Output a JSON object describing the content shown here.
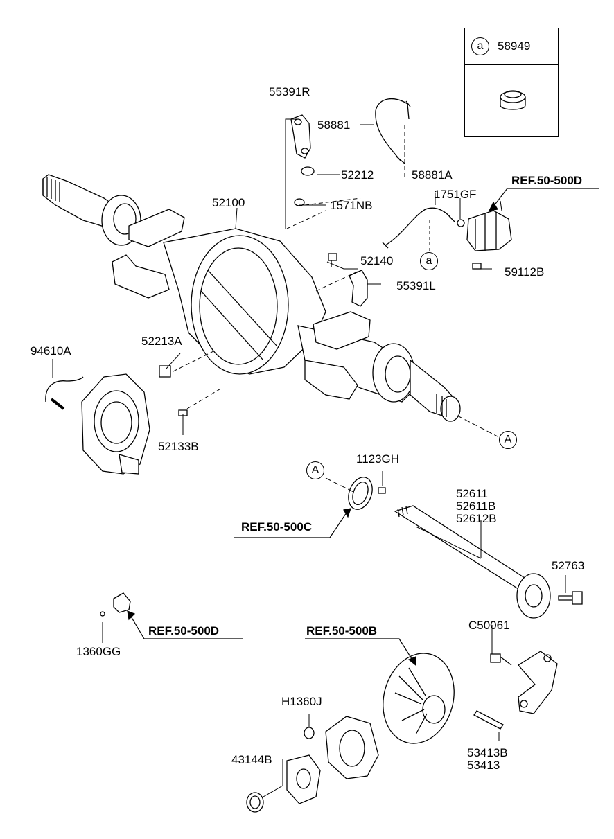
{
  "inset": {
    "callout": "a",
    "part_number": "58949"
  },
  "labels": {
    "p55391R": "55391R",
    "p58881": "58881",
    "p52212": "52212",
    "p58881A": "58881A",
    "p1751GF": "1751GF",
    "p52100": "52100",
    "p1571NB": "1571NB",
    "p52140": "52140",
    "p55391L": "55391L",
    "p59112B": "59112B",
    "p94610A": "94610A",
    "p52213A": "52213A",
    "p52133B": "52133B",
    "p1123GH": "1123GH",
    "p52611": "52611",
    "p52611B": "52611B",
    "p52612B": "52612B",
    "p52763": "52763",
    "pC50061": "C50061",
    "p1360GG": "1360GG",
    "pH1360J": "H1360J",
    "p43144B": "43144B",
    "p53413B": "53413B",
    "p53413": "53413"
  },
  "refs": {
    "ref_d_top": "REF.50-500D",
    "ref_c": "REF.50-500C",
    "ref_d_left": "REF.50-500D",
    "ref_b": "REF.50-500B"
  },
  "callouts": {
    "a_mid": "a",
    "A_right": "A",
    "A_left": "A"
  }
}
